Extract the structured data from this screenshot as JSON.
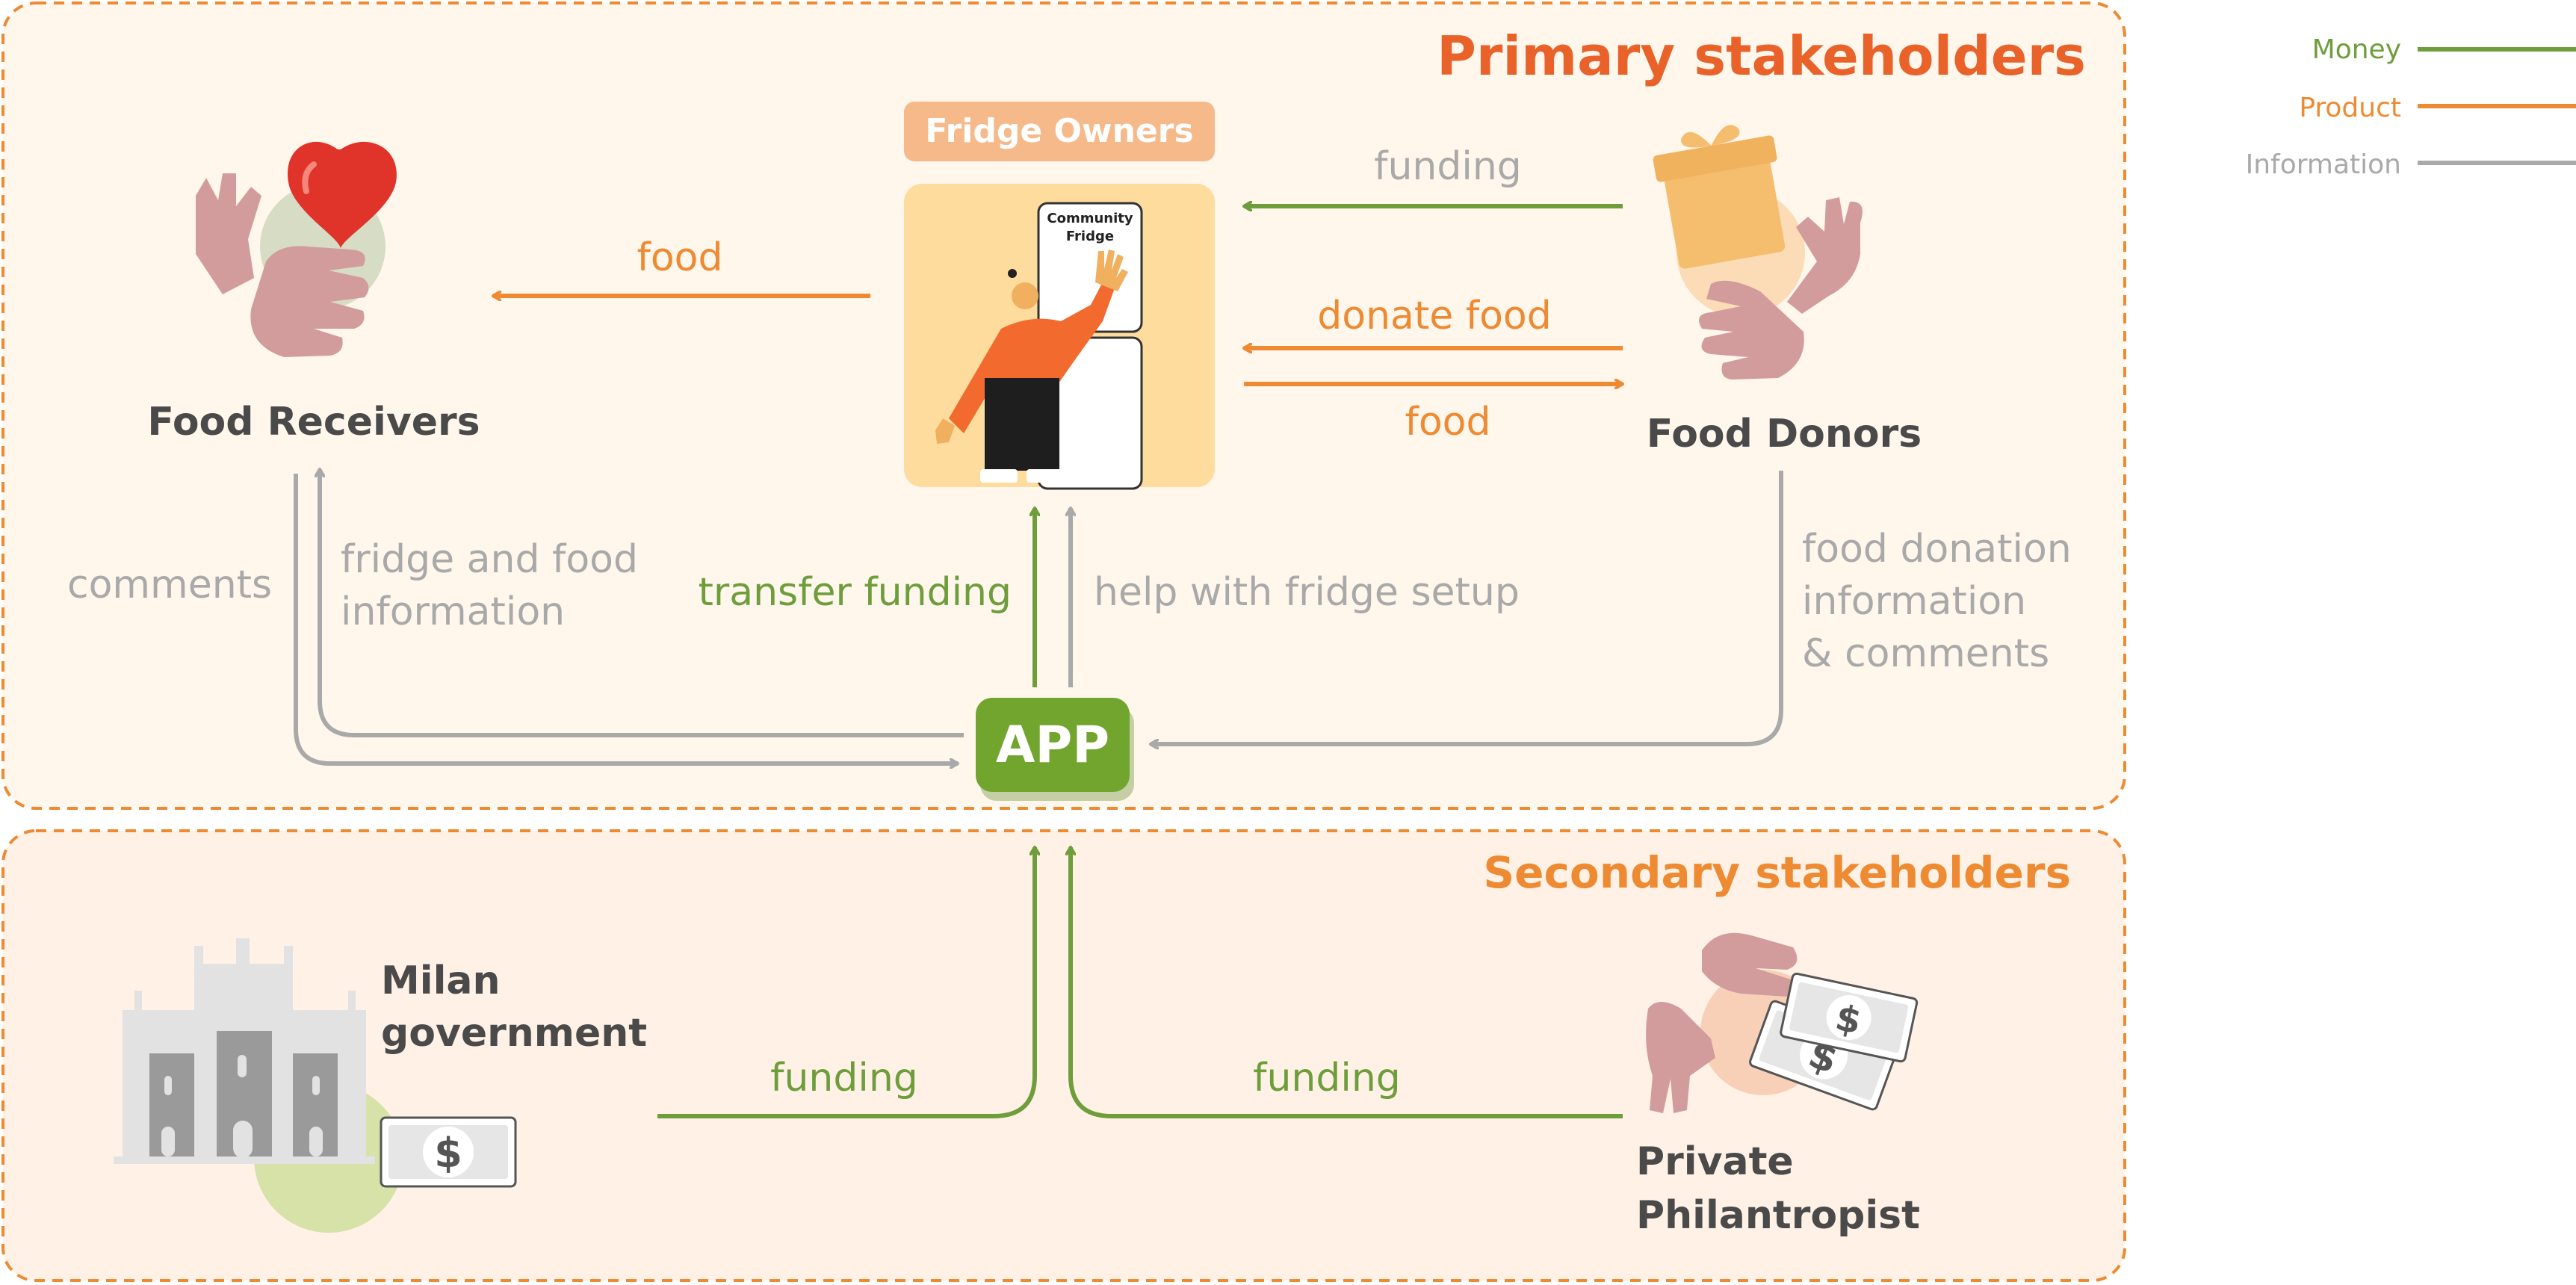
{
  "colors": {
    "money": "#6e9e3c",
    "product": "#ee8a32",
    "information": "#a9a9a9",
    "section_border": "#ee8a32",
    "primary_bg": "#fff6ec",
    "secondary_bg": "#fff1e6",
    "app_bg": "#72a52e",
    "text_dark": "#4a4a4a",
    "title_primary": "#e8622a",
    "title_secondary": "#ee8a32"
  },
  "legend": {
    "money": "Money",
    "product": "Product",
    "information": "Information"
  },
  "sections": {
    "primary_title": "Primary stakeholders",
    "secondary_title": "Secondary stakeholders"
  },
  "nodes": {
    "fridge_owners": "Fridge Owners",
    "fridge_sign": [
      "Community",
      "Fridge"
    ],
    "food_receivers": "Food Receivers",
    "food_donors": "Food Donors",
    "app": "APP",
    "milan_government": [
      "Milan",
      "government"
    ],
    "private_philantropist": [
      "Private",
      "Philantropist"
    ]
  },
  "flows": {
    "owners_to_receivers": "food",
    "donors_to_owners_funding": "funding",
    "donors_to_owners_food": "donate food",
    "owners_to_donors_food": "food",
    "receivers_comments": "comments",
    "app_to_receivers": [
      "fridge and food",
      "information"
    ],
    "app_transfer_funding": "transfer funding",
    "app_fridge_setup": "help with fridge setup",
    "donors_to_app": [
      "food donation",
      "information",
      "& comments"
    ],
    "government_funding": "funding",
    "philantropist_funding": "funding"
  },
  "icons": {
    "receivers": "heart-hands-icon",
    "donors": "gift-hands-icon",
    "fridge": "community-fridge-illustration",
    "government": "cathedral-icon",
    "philantropist": "money-hands-icon",
    "money_bill": "dollar-bill-icon"
  }
}
